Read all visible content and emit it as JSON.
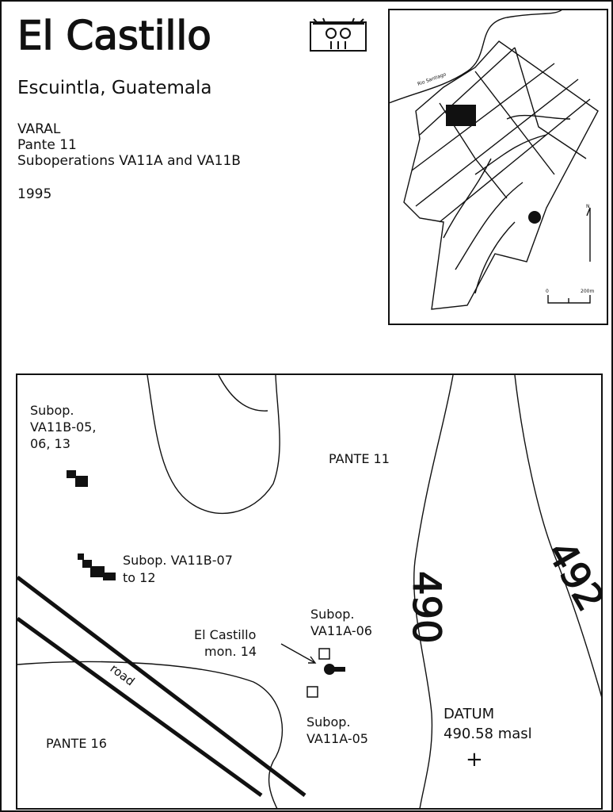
{
  "header": {
    "title": "El Castillo",
    "subtitle": "Escuintla, Guatemala",
    "project": "VARAL",
    "pante": "Pante 11",
    "suboperations": "Suboperations VA11A and VA11B",
    "year": "1995"
  },
  "inset_map": {
    "river_label": "Rio Santiago",
    "north_label": "N",
    "scale_start": "0",
    "scale_end": "200m"
  },
  "site_map": {
    "labels": {
      "subop_b05": [
        "Subop.",
        "VA11B-05,",
        "06, 13"
      ],
      "subop_b07": [
        "Subop. VA11B-07",
        "to 12"
      ],
      "pante_11": "PANTE 11",
      "pante_16": "PANTE 16",
      "road": "road",
      "monument": [
        "El Castillo",
        "mon. 14"
      ],
      "subop_a06": [
        "Subop.",
        "VA11A-06"
      ],
      "subop_a05": [
        "Subop.",
        "VA11A-05"
      ],
      "datum": [
        "DATUM",
        "490.58 masl"
      ],
      "datum_marker": "+"
    },
    "contours": [
      "490",
      "492"
    ]
  }
}
